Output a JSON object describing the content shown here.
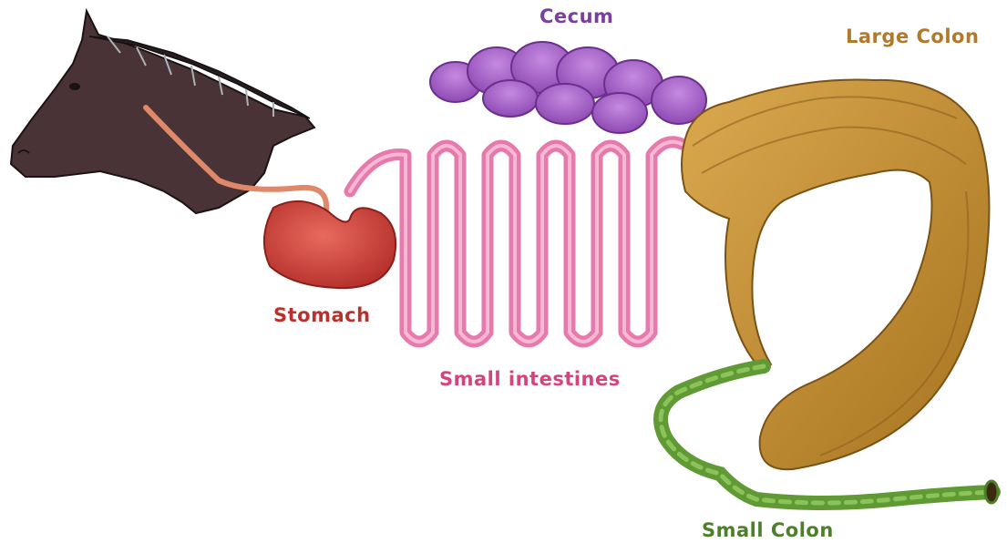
{
  "labels": {
    "cecum": "Cecum",
    "large_colon": "Large Colon",
    "stomach": "Stomach",
    "small_intestines": "Small intestines",
    "small_colon": "Small Colon"
  },
  "colors": {
    "cecum": "#7b3fa0",
    "large_colon": "#b07a2a",
    "stomach": "#b8322d",
    "small_intestines": "#d4457f",
    "small_colon": "#4e7f2a",
    "horse": "#4a3336",
    "esophagus": "#e0886a"
  },
  "icons": [
    "horse-head-illustration",
    "esophagus",
    "stomach-organ",
    "small-intestines-organ",
    "cecum-organ",
    "large-colon-organ",
    "small-colon-organ"
  ]
}
